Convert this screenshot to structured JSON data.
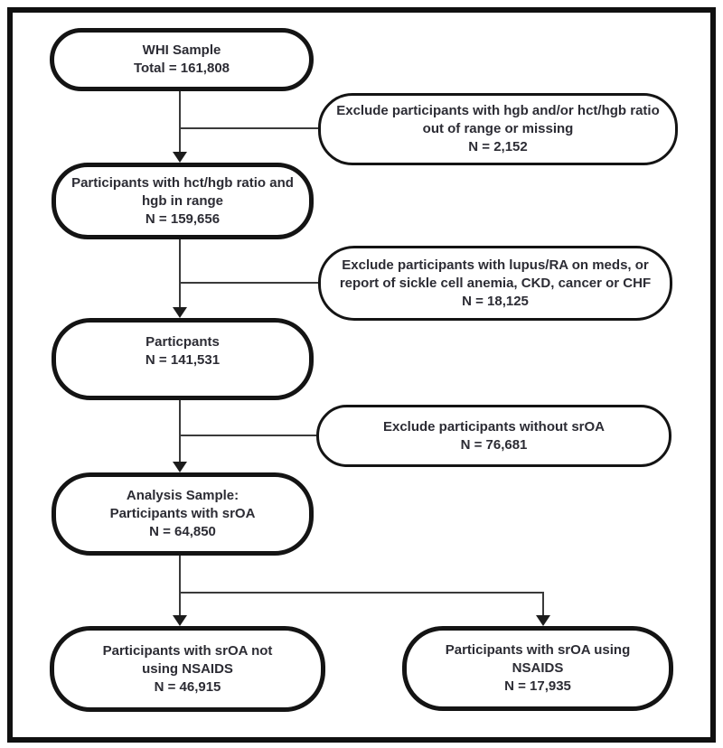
{
  "diagram": {
    "type": "flowchart",
    "colors": {
      "background": "#ffffff",
      "frame_border": "#101010",
      "node_border": "#141414",
      "text": "#2c2c34",
      "connector": "#3a3a3a"
    },
    "nodes": {
      "whi_sample": {
        "lines": [
          "WHI Sample",
          "Total = 161,808"
        ]
      },
      "exclude_hgb": {
        "lines": [
          "Exclude participants with hgb and/or hct/hgb ratio",
          "out of range or missing",
          "N = 2,152"
        ]
      },
      "hct_hgb_in_range": {
        "lines": [
          "Participants with hct/hgb ratio and",
          "hgb in range",
          "N = 159,656"
        ]
      },
      "exclude_lupus": {
        "lines": [
          "Exclude participants with lupus/RA on meds, or",
          "report of sickle cell anemia, CKD, cancer or CHF",
          "N = 18,125"
        ]
      },
      "participants": {
        "lines": [
          "Particpants",
          "N = 141,531"
        ]
      },
      "exclude_no_sroa": {
        "lines": [
          "Exclude participants without srOA",
          "N = 76,681"
        ]
      },
      "analysis_sample": {
        "lines": [
          "Analysis Sample:",
          "Participants with srOA",
          "N = 64,850"
        ]
      },
      "sroa_no_nsaids": {
        "lines": [
          "Participants with srOA not",
          "using NSAIDS",
          "N = 46,915"
        ]
      },
      "sroa_nsaids": {
        "lines": [
          "Participants with srOA using",
          "NSAIDS",
          "N = 17,935"
        ]
      }
    },
    "edges": [
      {
        "from": "whi_sample",
        "to": "hct_hgb_in_range",
        "arrow": true
      },
      {
        "from": "whi_sample",
        "to": "exclude_hgb",
        "arrow": false
      },
      {
        "from": "hct_hgb_in_range",
        "to": "participants",
        "arrow": true
      },
      {
        "from": "hct_hgb_in_range",
        "to": "exclude_lupus",
        "arrow": false
      },
      {
        "from": "participants",
        "to": "analysis_sample",
        "arrow": true
      },
      {
        "from": "participants",
        "to": "exclude_no_sroa",
        "arrow": false
      },
      {
        "from": "analysis_sample",
        "to": "sroa_no_nsaids",
        "arrow": true
      },
      {
        "from": "analysis_sample",
        "to": "sroa_nsaids",
        "arrow": true
      }
    ]
  }
}
